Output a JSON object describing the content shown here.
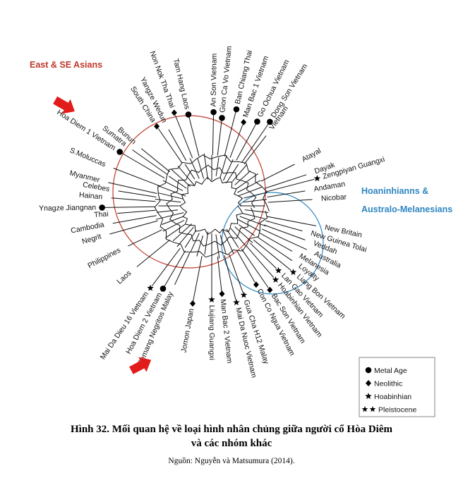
{
  "groups": {
    "east": {
      "label": "East & SE Asians",
      "color": "#c0392b"
    },
    "hoa_line1": "Hoaninhianns &",
    "hoa_line2": "Australo-Melanesians",
    "hoa_color": "#2e86c1"
  },
  "leaves": [
    {
      "name": "Gion Ca Vo Vietnam",
      "angle": -84,
      "marker": "circle"
    },
    {
      "name": "An Son Vietnam",
      "angle": -89,
      "marker": "circle"
    },
    {
      "name": "Ban Chiang Thai",
      "angle": -77,
      "marker": "circle"
    },
    {
      "name": "Man Bac 1  Vietnam",
      "angle": -71,
      "marker": "diamond"
    },
    {
      "name": "Go Ochua Vietnam",
      "angle": -64,
      "marker": "circle"
    },
    {
      "name": "Dong Son Vietnam",
      "angle": -58,
      "marker": "circle"
    },
    {
      "name": "Vietnam",
      "angle": -55,
      "marker": "none"
    },
    {
      "name": "Tam Hang Laos",
      "angle": -103,
      "marker": "circle"
    },
    {
      "name": "Non Nok Tha Thai",
      "angle": -110,
      "marker": "diamond"
    },
    {
      "name": "Yangze Wedun",
      "angle": -117,
      "marker": "none"
    },
    {
      "name": "South China",
      "angle": -122,
      "marker": "diamond"
    },
    {
      "name": "Hoa Diem 1 Vietnam",
      "angle": -147,
      "marker": "circle"
    },
    {
      "name": "Bunun",
      "angle": -138,
      "marker": "none"
    },
    {
      "name": "Sumatra",
      "angle": -142,
      "marker": "none"
    },
    {
      "name": "S.Moluccas",
      "angle": -157,
      "marker": "none"
    },
    {
      "name": "Atayal",
      "angle": -29,
      "marker": "none"
    },
    {
      "name": "Dayak",
      "angle": -20,
      "marker": "none"
    },
    {
      "name": "Myanmer",
      "angle": -166,
      "marker": "none"
    },
    {
      "name": "Celebes",
      "angle": -170,
      "marker": "none"
    },
    {
      "name": "Hainan",
      "angle": -175,
      "marker": "none"
    },
    {
      "name": "Ynagze Jiangnan",
      "angle": 179,
      "marker": "circle"
    },
    {
      "name": "Thai",
      "angle": 175,
      "marker": "none"
    },
    {
      "name": "Cambodia",
      "angle": 169,
      "marker": "none"
    },
    {
      "name": "Negrit",
      "angle": 163,
      "marker": "none"
    },
    {
      "name": "Philippines",
      "angle": 152,
      "marker": "none"
    },
    {
      "name": "Laos",
      "angle": 138,
      "marker": "none"
    },
    {
      "name": "Zengpiyan Guangxi",
      "angle": -16,
      "marker": "star"
    },
    {
      "name": "Andaman",
      "angle": -10,
      "marker": "none"
    },
    {
      "name": "Nicobar",
      "angle": -4,
      "marker": "none"
    },
    {
      "name": "New Britain",
      "angle": 12,
      "marker": "none"
    },
    {
      "name": "New Guinea Tolai",
      "angle": 17,
      "marker": "none"
    },
    {
      "name": "Veddah",
      "angle": 22,
      "marker": "none"
    },
    {
      "name": "Australia",
      "angle": 27,
      "marker": "none"
    },
    {
      "name": "Melanesia",
      "angle": 32,
      "marker": "none"
    },
    {
      "name": "Loyalty",
      "angle": 37,
      "marker": "none"
    },
    {
      "name": "Liang Bon Vietnam",
      "angle": 42,
      "marker": "star"
    },
    {
      "name": "Lan Gao  Vietnam",
      "angle": 47,
      "marker": "star"
    },
    {
      "name": "Hoabinhian Vietnam",
      "angle": 52,
      "marker": "star"
    },
    {
      "name": "Bac Son Vietnam",
      "angle": 58,
      "marker": "diamond"
    },
    {
      "name": "Con Co Ngua Vietnam",
      "angle": 63,
      "marker": "diamond"
    },
    {
      "name": "Gua Cha H12 Malay",
      "angle": 72,
      "marker": "star"
    },
    {
      "name": "Mai Da Nuoc Vietnam",
      "angle": 77,
      "marker": "star"
    },
    {
      "name": "Man Bac 2   Vietnam",
      "angle": 84,
      "marker": "diamond"
    },
    {
      "name": "Liujiang Guangxi",
      "angle": 90,
      "marker": "star"
    },
    {
      "name": "Jomon Japan",
      "angle": 100,
      "marker": "diamond"
    },
    {
      "name": "Semang Negritos Malay",
      "angle": 113,
      "marker": "none"
    },
    {
      "name": "Hoa Diem 2  Vietnam",
      "angle": 118,
      "marker": "circle"
    },
    {
      "name": "Mai Da Dieu 16 Vietnam",
      "angle": 124,
      "marker": "star"
    }
  ],
  "legend": [
    {
      "marker": "circle",
      "label": "Metal Age"
    },
    {
      "marker": "diamond",
      "label": "Neolithic"
    },
    {
      "marker": "star",
      "label": "Hoabinhian"
    },
    {
      "marker": "star2",
      "label": "Pleistocene"
    }
  ],
  "caption": {
    "title_line1": "Hình 32. Mối quan hệ về loại hình nhân chủng giữa người cổ Hòa Diêm",
    "title_line2": "và các nhóm khác",
    "source": "Nguồn: Nguyễn và Matsumura (2014)."
  }
}
